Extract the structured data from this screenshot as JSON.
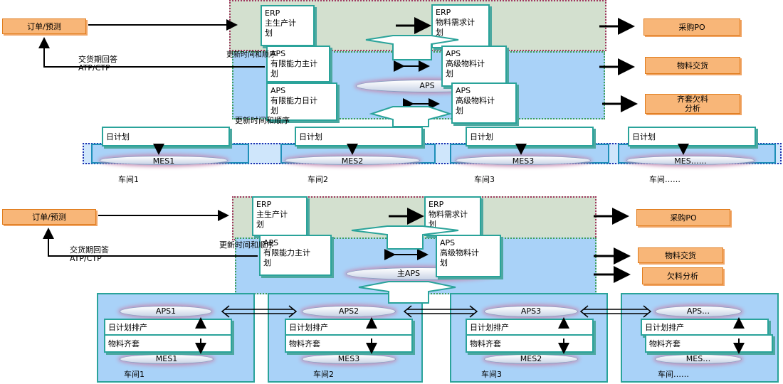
{
  "top": {
    "order_forecast": "订单/预测",
    "delivery_reply": "交货期回答\nATP/CTP",
    "erp_mps": "ERP\n主生产计\n划",
    "erp_mrp": "ERP\n物料需求计\n划",
    "update_time_order_1": "更新时间和顺序",
    "aps_finite_master": "APS\n有限能力主计\n划",
    "aps_advanced_material_1": "APS\n高级物料计\n划",
    "aps_label": "APS",
    "aps_finite_daily": "APS\n有限能力日计\n划",
    "aps_advanced_material_2": "APS\n高级物料计\n划",
    "update_time_order_2": "更新时间和顺序",
    "purchase_po": "采购PO",
    "material_delivery": "物料交货",
    "kitting_shortage": "齐套欠料\n分析",
    "daily_plan": "日计划",
    "mes": [
      "MES1",
      "MES2",
      "MES3",
      "MES……"
    ],
    "workshops": [
      "车间1",
      "车间2",
      "车间3",
      "车间……"
    ]
  },
  "bottom": {
    "order_forecast": "订单/预测",
    "delivery_reply": "交货期回答\nATP/CTP",
    "erp_mps": "ERP\n主生产计\n划",
    "erp_mrp": "ERP\n物料需求计\n划",
    "update_time_order": "更新时间和顺序",
    "aps_finite_master": "APS\n有限能力主计\n划",
    "aps_advanced_material": "APS\n高级物料计\n划",
    "main_aps": "主APS",
    "purchase_po": "采购PO",
    "material_delivery": "物料交货",
    "shortage_analysis": "欠料分析",
    "aps_units": [
      "APS1",
      "APS2",
      "APS3",
      "APS…"
    ],
    "daily_scheduling": "日计划排产",
    "material_kitting": "物料齐套",
    "mes": [
      "MES1",
      "MES3",
      "MES2",
      "MES…"
    ],
    "workshops": [
      "车间1",
      "车间2",
      "车间3",
      "车间……"
    ]
  }
}
